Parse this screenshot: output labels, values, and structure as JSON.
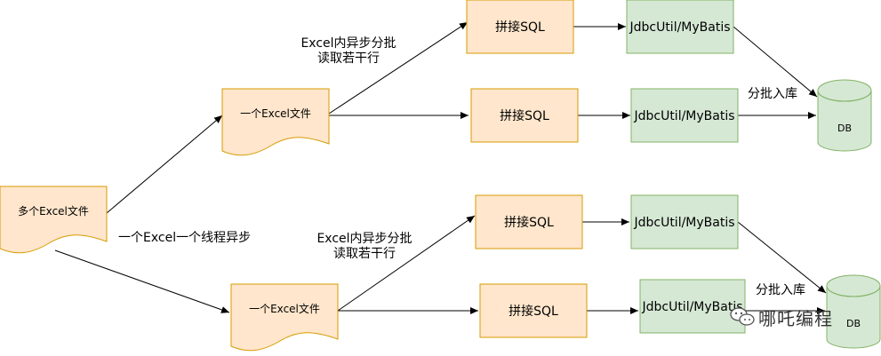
{
  "colors": {
    "doc_fill": "#ffe6cc",
    "doc_stroke": "#d79b00",
    "sql_fill": "#ffe6cc",
    "sql_stroke": "#d79b00",
    "jdbc_fill": "#d5e8d4",
    "jdbc_stroke": "#82b366",
    "db_fill": "#d5e8d4",
    "db_stroke": "#82b366",
    "edge": "#000000"
  },
  "nodes": {
    "root_doc": "多个Excel文件",
    "excel_file_top": "一个Excel文件",
    "excel_file_bottom": "一个Excel文件",
    "sql_1": "拼接SQL",
    "sql_2": "拼接SQL",
    "sql_3": "拼接SQL",
    "sql_4": "拼接SQL",
    "jdbc_1": "JdbcUtil/MyBatis",
    "jdbc_2": "JdbcUtil/MyBatis",
    "jdbc_3": "JdbcUtil/MyBatis",
    "jdbc_4": "JdbcUtil/MyBatis",
    "db_top": "DB",
    "db_bottom": "DB"
  },
  "edge_labels": {
    "thread_per_excel": "一个Excel一个线程异步",
    "async_batch_top_line1": "Excel内异步分批",
    "async_batch_top_line2": "读取若干行",
    "async_batch_bottom_line1": "Excel内异步分批",
    "async_batch_bottom_line2": "读取若干行",
    "batch_insert_top": "分批入库",
    "batch_insert_bottom": "分批入库"
  },
  "watermark": {
    "text": "哪吒编程",
    "icon": "wechat-icon"
  }
}
